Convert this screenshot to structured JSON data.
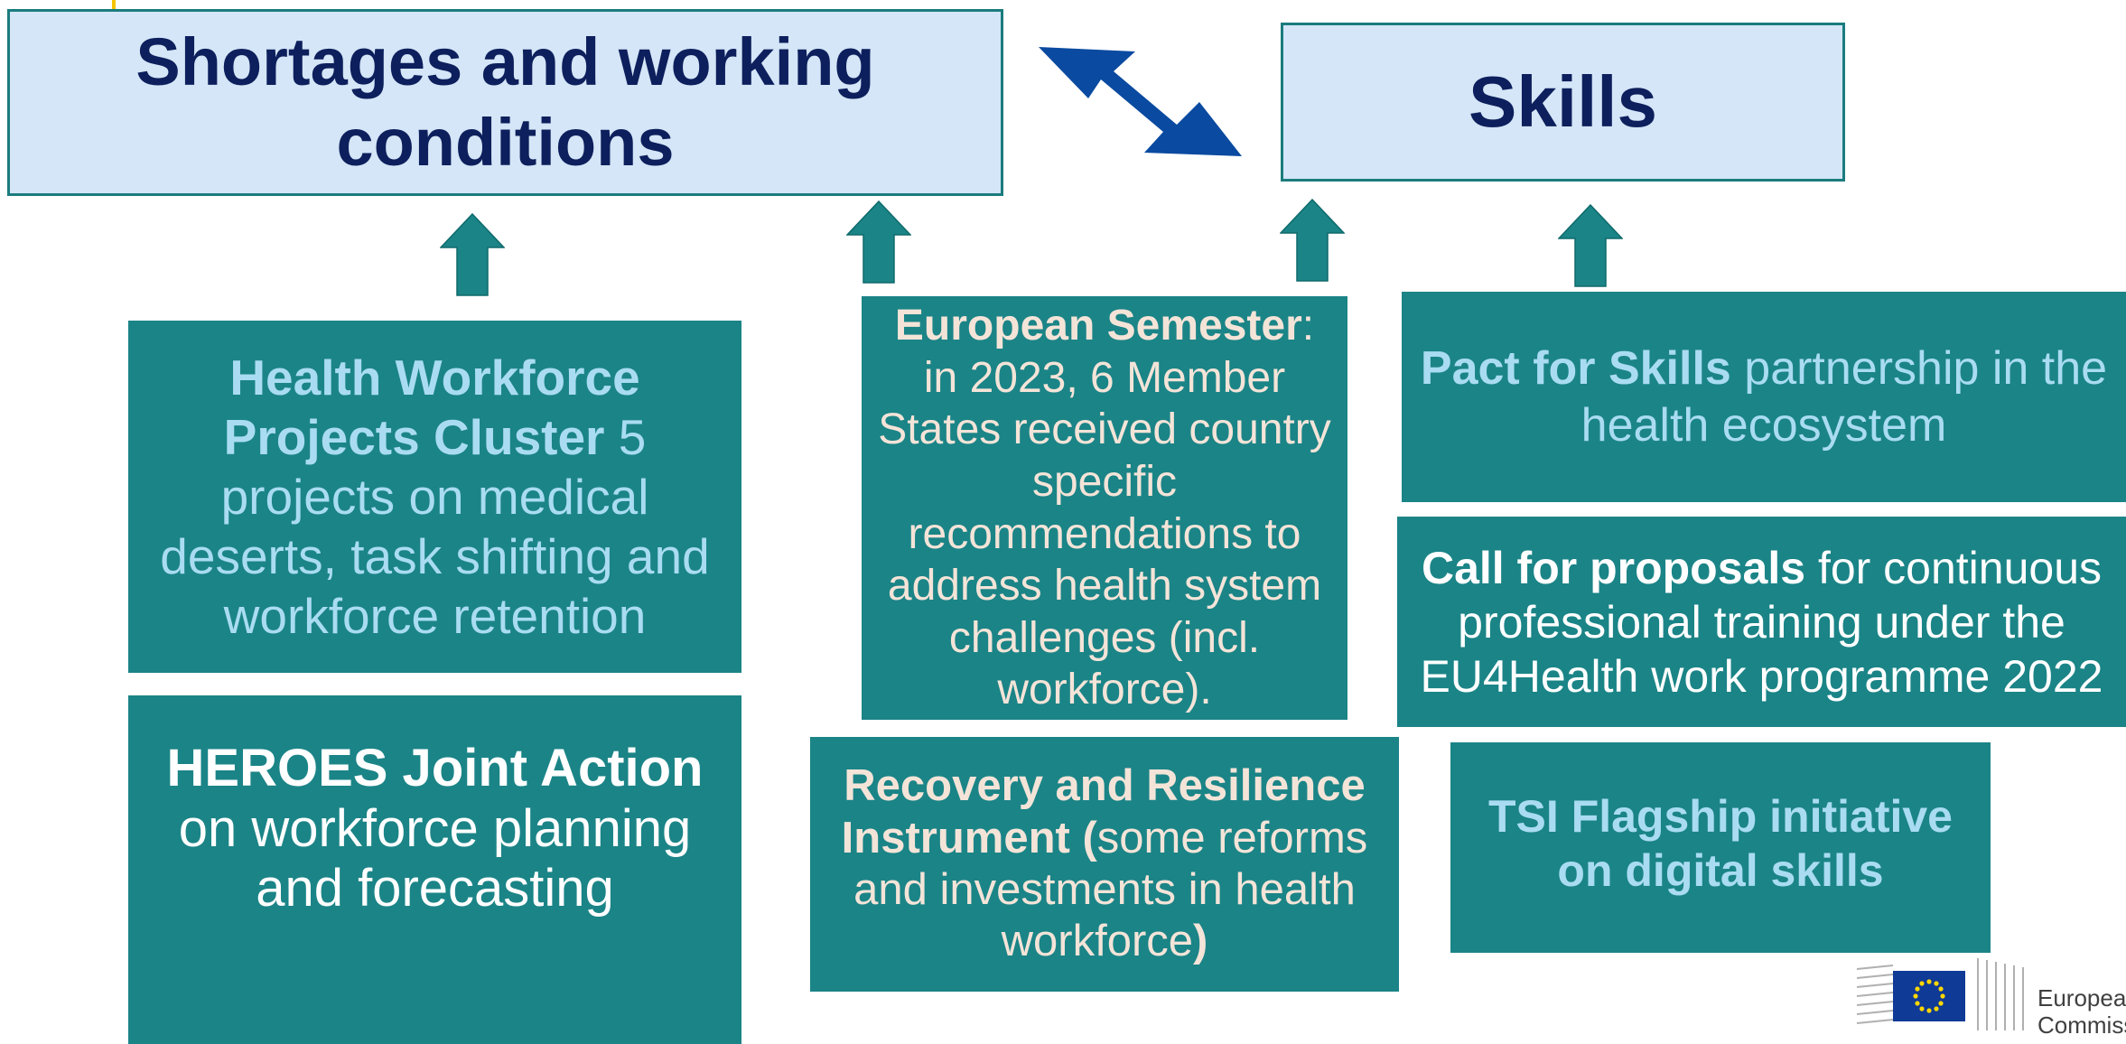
{
  "headers": {
    "shortages": "Shortages and working conditions",
    "skills": "Skills"
  },
  "boxes": {
    "hwpc": {
      "bold": "Health Workforce Projects Cluster",
      "rest": " 5 projects on medical deserts, task shifting and workforce retention"
    },
    "heroes": {
      "bold": "HEROES Joint Action",
      "rest": "on workforce planning and forecasting"
    },
    "semester": {
      "bold": "European Semester",
      "rest": ": in 2023, 6 Member States  received country specific recommendations to address health system challenges (incl. workforce)."
    },
    "rri": {
      "bold": "Recovery and Resilience Instrument (",
      "rest": "some reforms and investments in health workforce",
      "close": ")"
    },
    "pact": {
      "bold": "Pact for Skills",
      "rest": " partnership in the health ecosystem"
    },
    "call": {
      "bold": "Call for proposals",
      "rest": " for continuous professional training under the EU4Health work programme 2022"
    },
    "tsi": {
      "text": "TSI Flagship initiative on digital skills"
    }
  },
  "logo": {
    "line1": "European",
    "line2": "Commission"
  },
  "colors": {
    "teal": "#1b8487",
    "header_fill": "#d4e6f7",
    "header_text": "#0d1f5c",
    "double_arrow": "#0a4aa0",
    "eu_flag": "#0f3a96",
    "eu_star": "#ffd800"
  }
}
